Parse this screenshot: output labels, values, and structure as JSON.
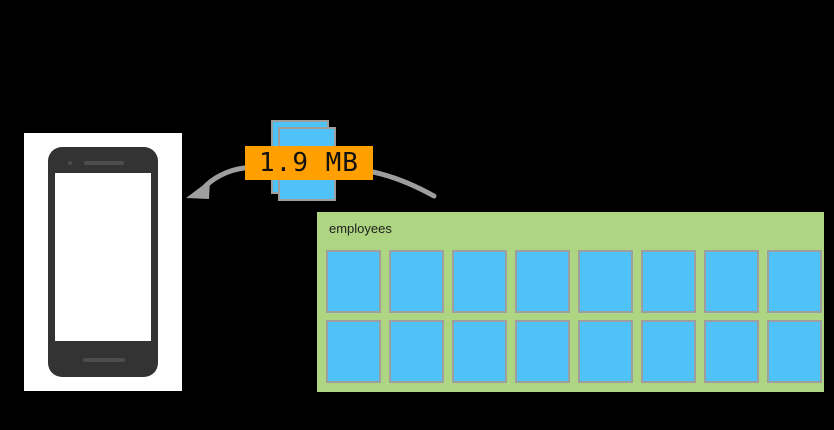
{
  "diagram": {
    "title": "Data transfer size between mobile device and employees table",
    "colors": {
      "background": "#000000",
      "panel": "#ffffff",
      "phone_body": "#333333",
      "phone_detail": "#4d4d4d",
      "screen": "#ffffff",
      "table_panel": "#aed581",
      "cell": "#4fc3f7",
      "cell_border": "#9e9e9e",
      "badge": "#ffa000",
      "badge_text": "#111111",
      "arrow": "#9e9e9e",
      "label_text": "#212121"
    }
  },
  "device": {
    "name": "mobile-phone",
    "screen_content": "",
    "parts": {
      "camera": "camera-dot",
      "speaker": "speaker-bar",
      "home": "home-bar"
    }
  },
  "payload": {
    "size_label": "1.9 MB",
    "cards_count": 2,
    "card_icon": "data-card-icon"
  },
  "arrows": [
    {
      "name": "arrow-to-device",
      "direction": "left",
      "has_head": true,
      "color": "#9e9e9e"
    },
    {
      "name": "connector-to-table",
      "direction": "right",
      "has_head": false,
      "color": "#9e9e9e"
    }
  ],
  "table": {
    "title": "employees",
    "rows": [
      [
        "",
        "",
        "",
        "",
        "",
        "",
        "",
        ""
      ],
      [
        "",
        "",
        "",
        "",
        "",
        "",
        "",
        ""
      ]
    ],
    "row_count": 2,
    "column_count": 8
  }
}
